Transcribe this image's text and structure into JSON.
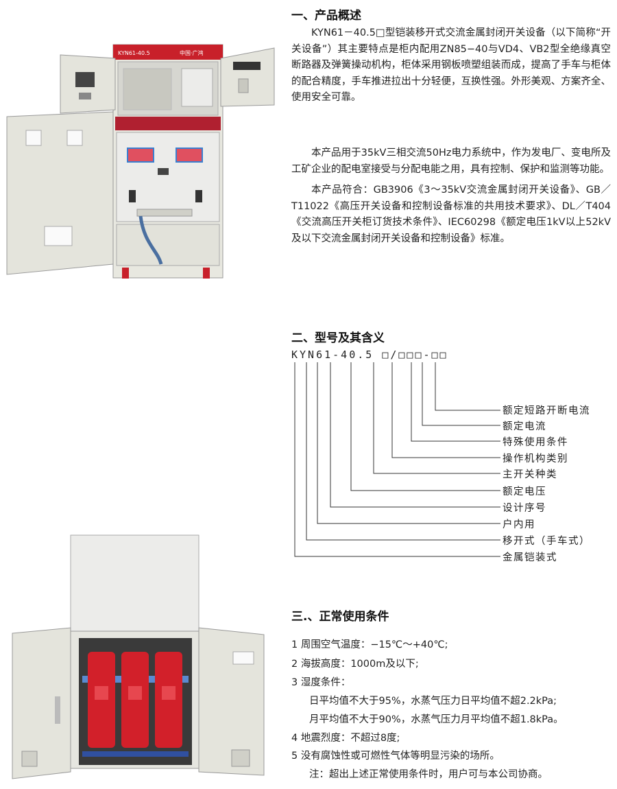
{
  "section1": {
    "heading": "一、产品概述",
    "p1": "KYN61－40.5□型铠装移开式交流金属封闭开关设备（以下简称“开关设备”）其主要特点是柜内配用ZN85−40与VD4、VB2型全绝缘真空断路器及弹簧操动机构，柜体采用钢板喷塑组装而成，提高了手车与柜体的配合精度，手车推进拉出十分轻便，互换性强。外形美观、方案齐全、使用安全可靠。",
    "p2": "本产品用于35kV三相交流50Hz电力系统中，作为发电厂、变电所及工矿企业的配电室接受与分配电能之用，具有控制、保护和监测等功能。",
    "p3": "本产品符合：GB3906《3～35kV交流金属封闭开关设备》、GB／T11022《高压开关设备和控制设备标准的共用技术要求》、DL／T404《交流高压开关柜订货技术条件》、IEC60298《额定电压1kV以上52kV及以下交流金属封闭开关设备和控制设备》标准。"
  },
  "cabinet_top": {
    "label": "KYN61-40.5",
    "brand": "中国·广鸿"
  },
  "section2": {
    "heading": "二、型号及其含义",
    "model": "KYN61-40.5 □/□□□-□□",
    "labels": [
      "额定短路开断电流",
      "额定电流",
      "特殊使用条件",
      "操作机构类别",
      "主开关种类",
      "额定电压",
      "设计序号",
      "户内用",
      "移开式（手车式）",
      "金属铠装式"
    ]
  },
  "section3": {
    "heading": "三.、正常使用条件",
    "items": [
      "1  周围空气温度：−15℃～+40℃;",
      "2  海拔高度：1000m及以下;",
      "3  湿度条件：",
      "日平均值不大于95%，水蒸气压力日平均值不超2.2kPa;",
      "月平均值不大于90%，水蒸气压力月平均值不超1.8kPa。",
      "4  地震烈度：不超过8度;",
      "5  没有腐蚀性或可燃性气体等明显污染的场所。",
      "注：超出上述正常使用条件时，用户可与本公司协商。"
    ]
  },
  "colors": {
    "cabinet": "#e4e4dc",
    "red": "#c8202a",
    "line": "#333333"
  }
}
